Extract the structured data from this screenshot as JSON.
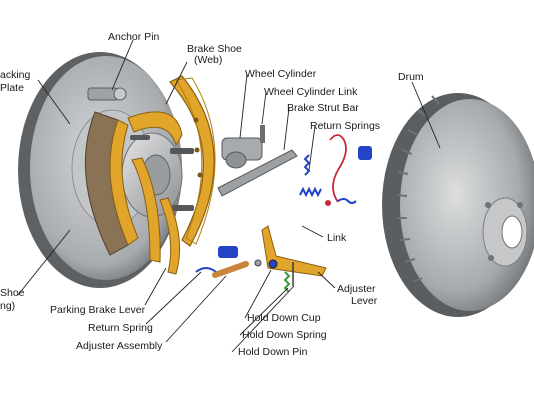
{
  "diagram": {
    "labels": {
      "anchor_pin": "Anchor Pin",
      "brake_shoe_web_1": "Brake Shoe",
      "brake_shoe_web_2": "(Web)",
      "wheel_cylinder": "Wheel Cylinder",
      "wheel_cylinder_link": "Wheel Cylinder Link",
      "brake_strut_bar": "Brake Strut Bar",
      "return_springs": "Return Springs",
      "backing_plate_1": "acking",
      "backing_plate_2": "Plate",
      "drum": "Drum",
      "link": "Link",
      "adjuster_lever_1": "Adjuster",
      "adjuster_lever_2": "Lever",
      "shoe_lining_1": "Shoe",
      "shoe_lining_2": "ng)",
      "parking_brake_lever": "Parking Brake Lever",
      "return_spring": "Return Spring",
      "adjuster_assembly": "Adjuster Assembly",
      "hold_down_cup": "Hold Down Cup",
      "hold_down_spring": "Hold Down Spring",
      "hold_down_pin": "Hold Down Pin"
    },
    "colors": {
      "shoe_web": "#e0a52a",
      "lining": "#8a7355",
      "metal": "#b9bcbf",
      "spring_blue": "#2444c8",
      "spring_red": "#c8283c",
      "spring_green": "#3a9a3a"
    }
  }
}
